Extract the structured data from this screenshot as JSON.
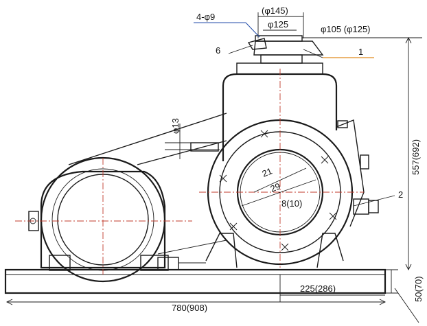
{
  "labels": {
    "holes": "4-φ9",
    "bolt_circle_alt": "(φ145)",
    "bolt_circle": "φ125",
    "flange": "φ105 (φ125)",
    "part_6": "6",
    "part_1": "1",
    "part_2": "2",
    "inlet_dia": "φ13",
    "r21": "21",
    "r29": "29",
    "shaft": "8(10)",
    "height": "557(692)",
    "base_height": "50(70)",
    "length": "780(908)",
    "offset": "225(286)"
  },
  "colors": {
    "line": "#1a1a1a",
    "centerline": "#c0392b",
    "leader_blue": "#1f4aa8",
    "leader_orange": "#e08a1e"
  }
}
